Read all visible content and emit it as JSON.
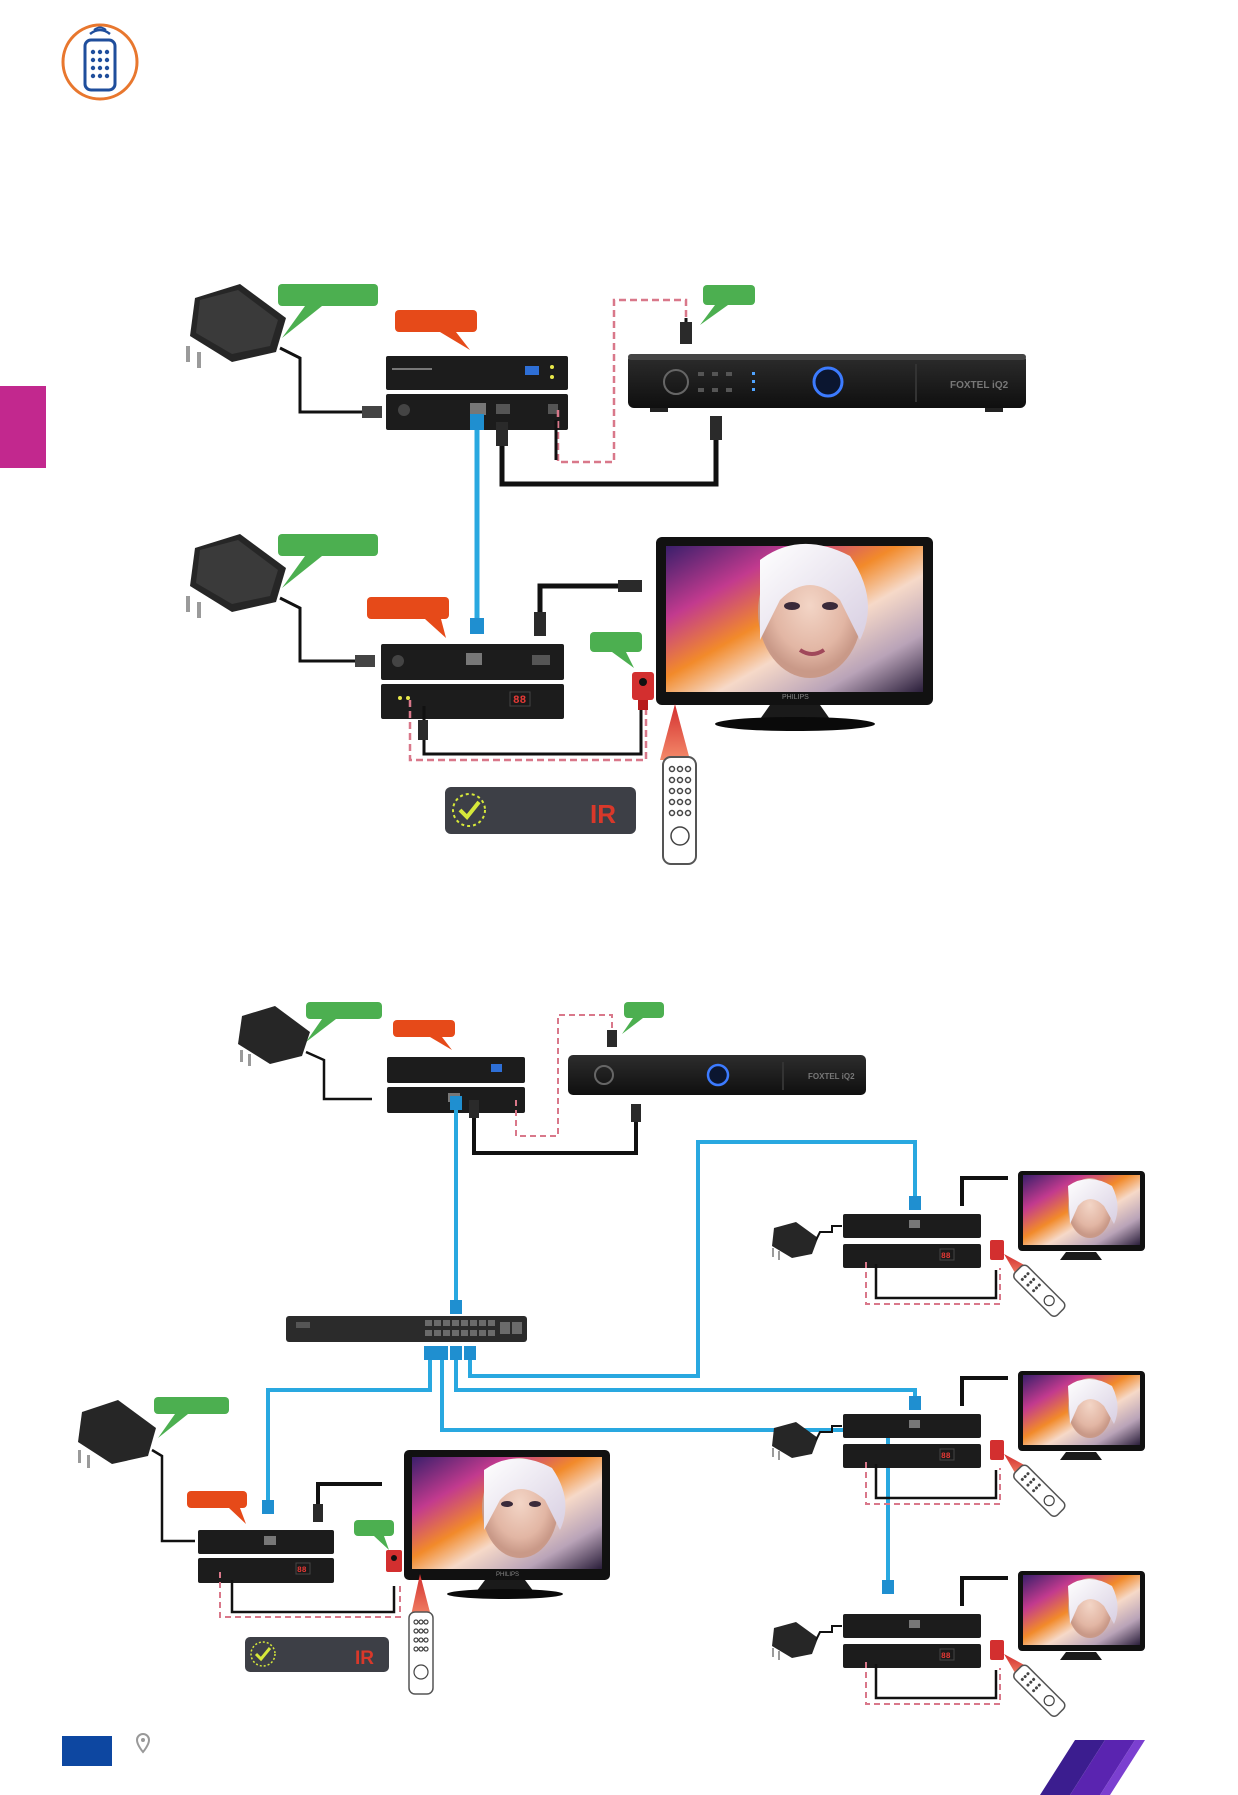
{
  "page": {
    "remote_badge_icon": "ir-remote-icon",
    "side_tab_color": "#c2288e",
    "footer": {
      "page_marker_color": "#0d47a1",
      "location_icon": "location-pin-icon",
      "chevron_colors": [
        "#3b1d8f",
        "#5a24b0",
        "#7b3fd0"
      ]
    }
  },
  "palette": {
    "callout_green": "#4caf50",
    "callout_orange": "#e64a19",
    "cat_cable_blue": "#29a8e0",
    "ir_red": "#d32f2f",
    "device_black": "#1c1c1c",
    "cable_black": "#111111",
    "dashed_ir_line": "#d9788a",
    "ir_panel_grey": "#3d3f46",
    "ir_check_color": "#d6e83a"
  },
  "diagram_point_to_point": {
    "description_icons": [
      "power-adapter-icon",
      "hdmi-transmitter-icon",
      "set-top-box-icon",
      "hdmi-receiver-icon",
      "tv-icon",
      "ir-emitter-icon",
      "remote-control-icon",
      "ir-badge-icon"
    ],
    "box_brand": "FOXTEL iQ2",
    "tv_brand": "PHILIPS",
    "ir_badge_text": "IR",
    "receiver_display": "88"
  },
  "diagram_multi_room": {
    "description_icons": [
      "power-adapter-icon",
      "hdmi-transmitter-icon",
      "set-top-box-icon",
      "network-switch-icon",
      "hdmi-receiver-icon",
      "tv-icon",
      "ir-emitter-icon",
      "remote-control-icon",
      "ir-badge-icon"
    ],
    "box_brand": "FOXTEL iQ2",
    "tv_brand": "PHILIPS",
    "ir_badge_text": "IR",
    "receiver_display": "88",
    "room_count": 4
  }
}
